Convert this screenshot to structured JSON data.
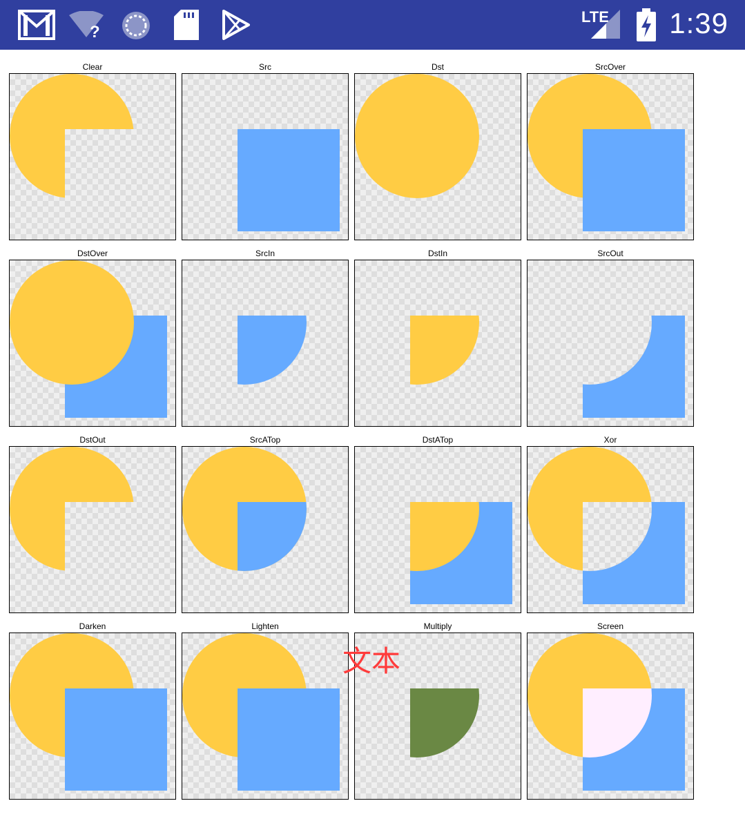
{
  "status_bar": {
    "time": "1:39",
    "network": "LTE",
    "icons": [
      "gmail-icon",
      "wifi-unknown-icon",
      "sync-icon",
      "sd-card-icon",
      "play-store-icon",
      "lte-signal-icon",
      "battery-charging-icon"
    ],
    "background": "#303F9F"
  },
  "colors": {
    "dst_circle": "#FFCC44",
    "src_square": "#66AAFF",
    "multiply": "#6A8844",
    "screen": "#FFEEFF",
    "overlay_text": "#FF3B3B"
  },
  "tiles": [
    {
      "label": "Clear"
    },
    {
      "label": "Src"
    },
    {
      "label": "Dst"
    },
    {
      "label": "SrcOver"
    },
    {
      "label": "DstOver"
    },
    {
      "label": "SrcIn"
    },
    {
      "label": "DstIn"
    },
    {
      "label": "SrcOut"
    },
    {
      "label": "DstOut"
    },
    {
      "label": "SrcATop"
    },
    {
      "label": "DstATop"
    },
    {
      "label": "Xor"
    },
    {
      "label": "Darken"
    },
    {
      "label": "Lighten"
    },
    {
      "label": "Multiply"
    },
    {
      "label": "Screen"
    }
  ],
  "overlay_text": "文本"
}
